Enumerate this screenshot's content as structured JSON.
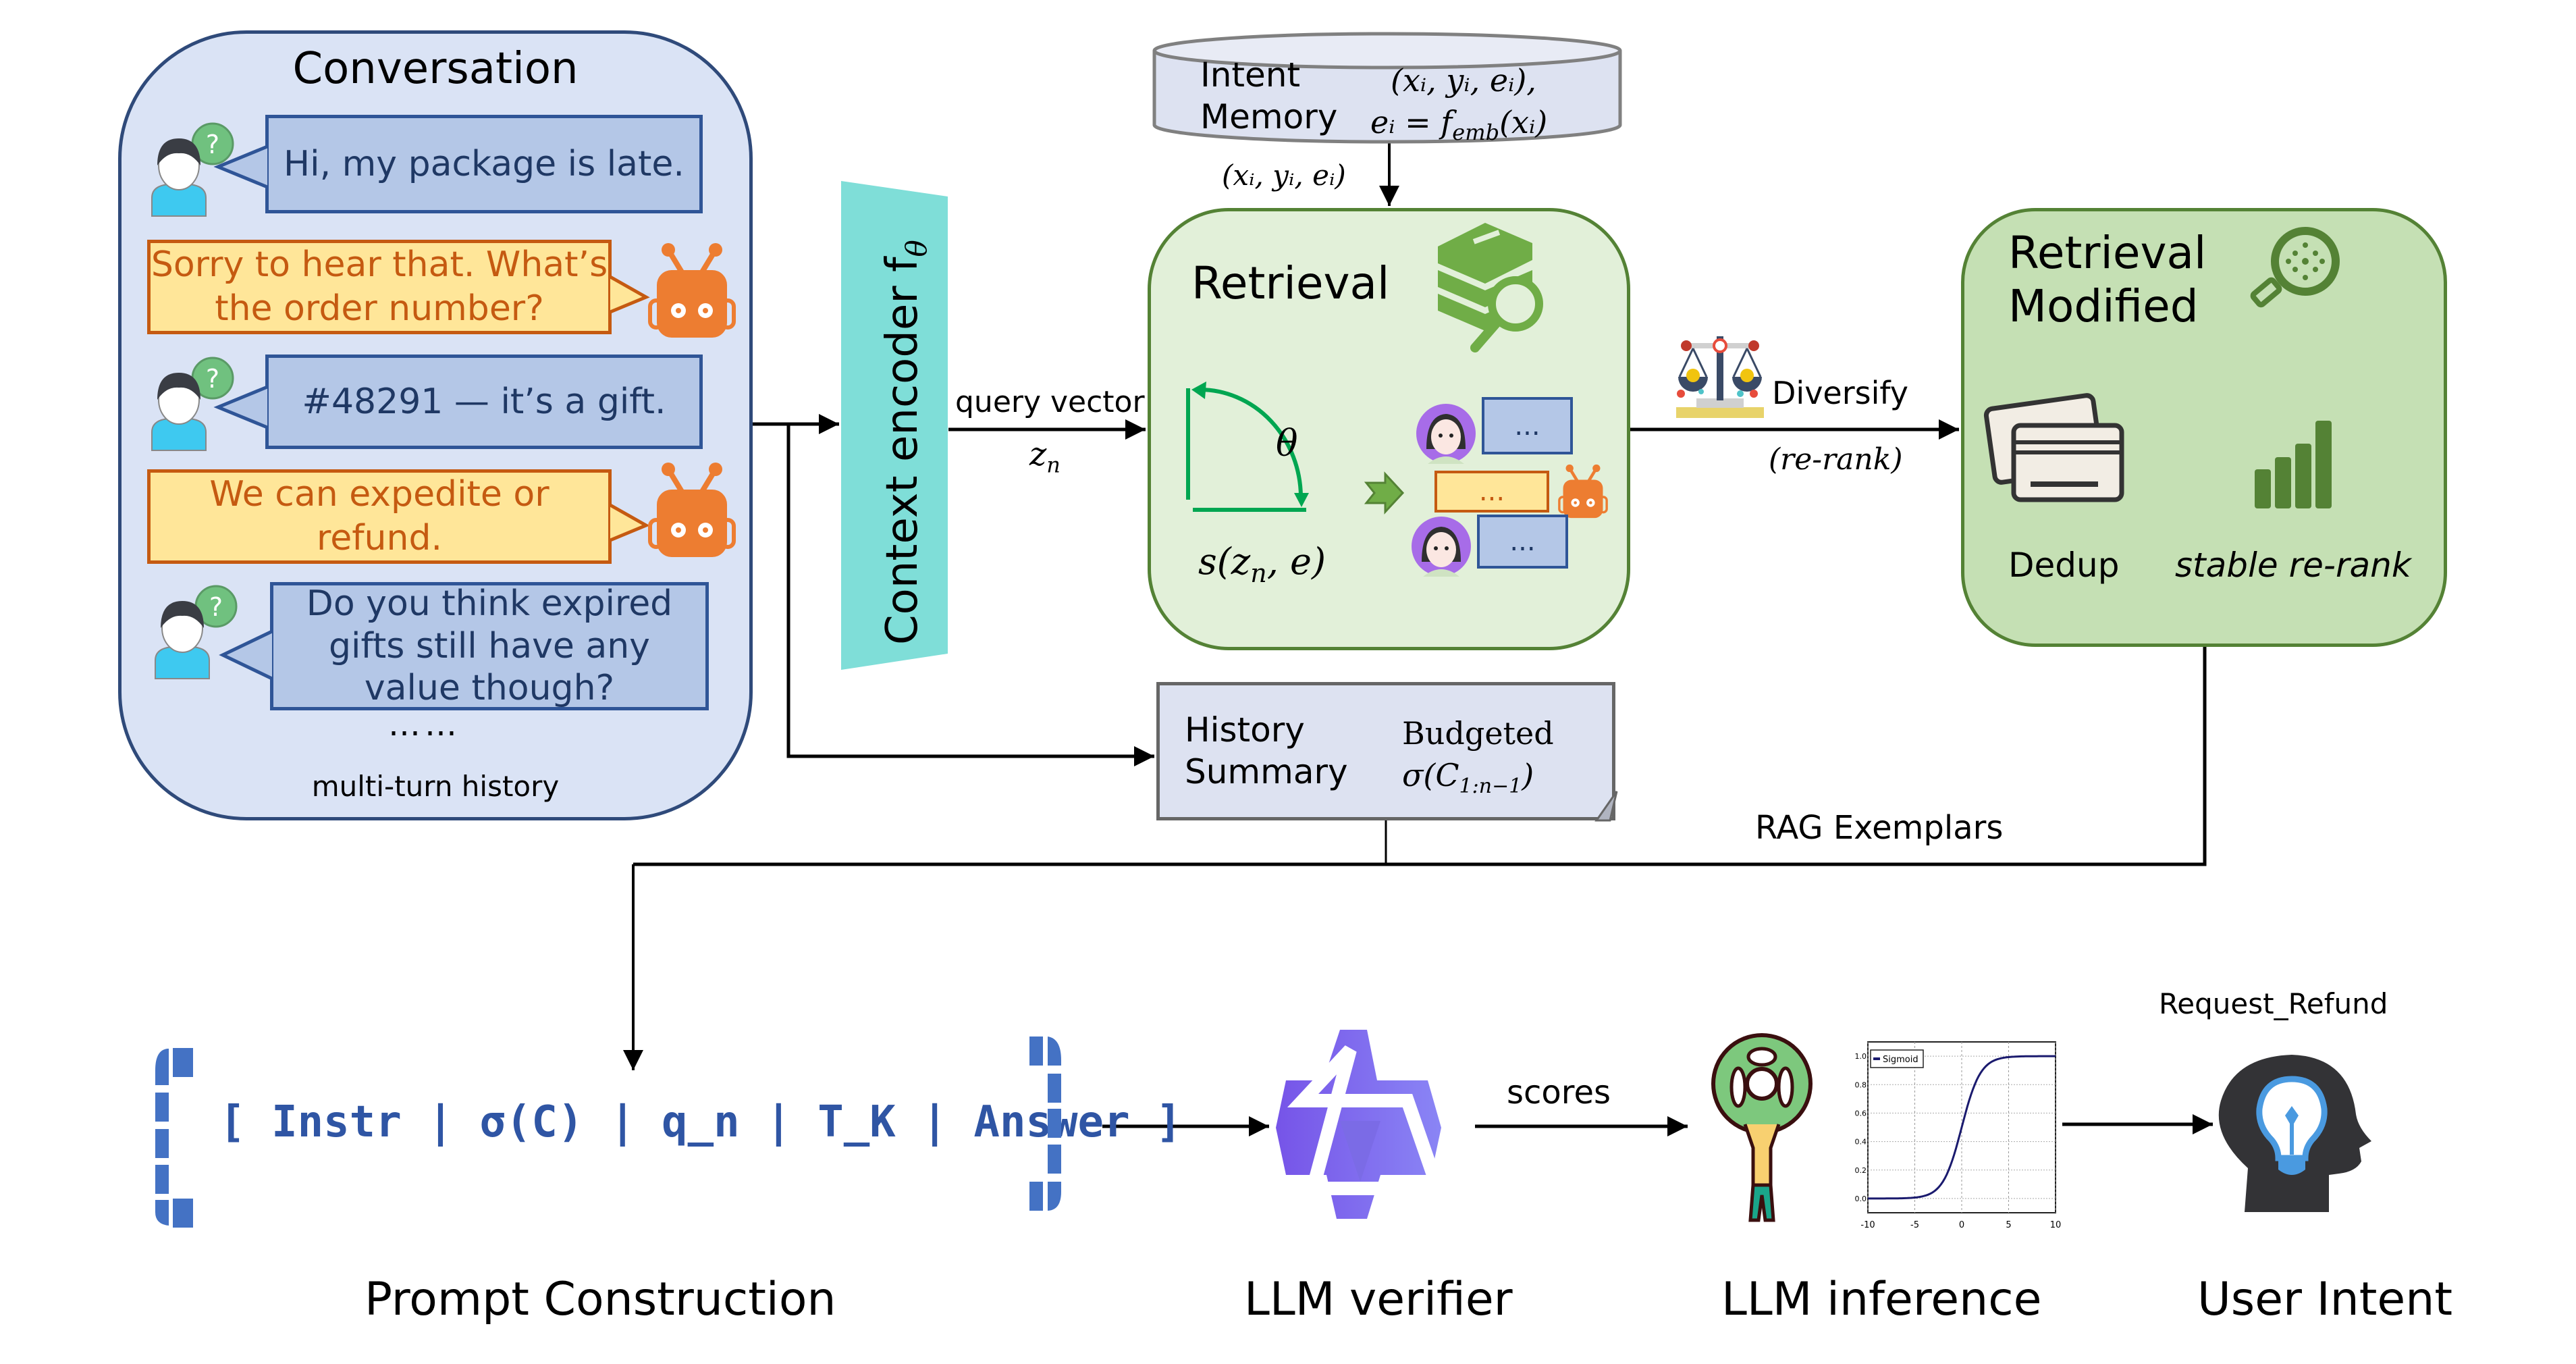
{
  "conversation": {
    "title": "Conversation",
    "messages": [
      {
        "role": "user",
        "text": "Hi, my package is late."
      },
      {
        "role": "agent",
        "text": "Sorry to hear that. What’s the order number?"
      },
      {
        "role": "user",
        "text": "#48291 — it’s a gift."
      },
      {
        "role": "agent",
        "text": "We can expedite or refund."
      },
      {
        "role": "user",
        "text": "Do you think expired gifts still have any value though?"
      }
    ],
    "ellipsis": "……",
    "caption": "multi-turn history"
  },
  "encoder": {
    "label": "Context encoder f",
    "subscript": "θ",
    "query_label": "query vector",
    "query_symbol": "z",
    "query_sub": "n"
  },
  "intent_memory": {
    "line1": "Intent",
    "line2": "Memory",
    "formula1": "(xᵢ, yᵢ, eᵢ),",
    "formula2": "eᵢ = f",
    "formula2_sub": "emb",
    "formula2_tail": "(xᵢ)",
    "edge_label": "(xᵢ, yᵢ, eᵢ)"
  },
  "retrieval": {
    "title": "Retrieval",
    "angle_label": "θ",
    "similarity": "s(z",
    "similarity_sub": "n",
    "similarity_tail": ", e)",
    "bubble_text": "..."
  },
  "diversify": {
    "label": "Diversify",
    "sublabel": "(re-rank)"
  },
  "retrieval_modified": {
    "title_line1": "Retrieval",
    "title_line2": "Modified",
    "dedup_label": "Dedup",
    "rerank_label": "stable re-rank"
  },
  "history_summary": {
    "line1": "History",
    "line2": "Summary",
    "right1": "Budgeted",
    "right2": "σ(C",
    "right2_sub": "1:n−1",
    "right2_tail": ")"
  },
  "rag_label": "RAG Exemplars",
  "prompt": {
    "text": "[ Instr | σ(C) | q_n | T_K | Answer ]",
    "caption": "Prompt Construction"
  },
  "verifier": {
    "caption": "LLM verifier",
    "edge_label": "scores"
  },
  "inference": {
    "caption": "LLM inference",
    "plot_legend": "Sigmoid",
    "plot_x_ticks": [
      "-10",
      "-5",
      "0",
      "5",
      "10"
    ],
    "plot_y_ticks": [
      "0.0",
      "0.2",
      "0.4",
      "0.6",
      "0.8",
      "1.0"
    ]
  },
  "intent": {
    "predicted": "Request_Refund",
    "caption": "User Intent"
  },
  "colors": {
    "conv_fill": "#dae3f5",
    "conv_border": "#2f4a7a",
    "user_bubble": "#b4c7e7",
    "agent_bubble": "#ffe699",
    "agent_text": "#c55a11",
    "encoder": "#7fded8",
    "retrieval_fill": "#e2f0d9",
    "retmod_fill": "#c5e0b4",
    "green_border": "#548235",
    "prompt_blue": "#4472c4",
    "verifier_purple": "#7b68ee"
  }
}
